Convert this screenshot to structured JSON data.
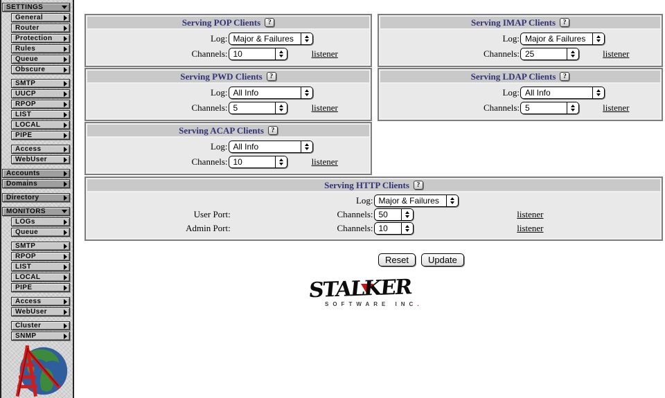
{
  "colors": {
    "accent_navy": "#333377",
    "panel_header_bg": "#c9c9c9",
    "panel_body_bg": "#e9e9e9",
    "logo_red": "#cc1111"
  },
  "sidebar": {
    "items": [
      {
        "label": "SETTINGS",
        "arrow": "down"
      },
      {
        "label": "General",
        "arrow": "right"
      },
      {
        "label": "Router",
        "arrow": "right"
      },
      {
        "label": "Protection",
        "arrow": "right"
      },
      {
        "label": "Rules",
        "arrow": "right"
      },
      {
        "label": "Queue",
        "arrow": "right"
      },
      {
        "label": "Obscure",
        "arrow": "right"
      },
      {
        "label": "SMTP",
        "arrow": "right"
      },
      {
        "label": "UUCP",
        "arrow": "right"
      },
      {
        "label": "RPOP",
        "arrow": "right"
      },
      {
        "label": "LIST",
        "arrow": "right"
      },
      {
        "label": "LOCAL",
        "arrow": "right"
      },
      {
        "label": "PIPE",
        "arrow": "right"
      },
      {
        "label": "Access",
        "arrow": "right"
      },
      {
        "label": "WebUser",
        "arrow": "right"
      },
      {
        "label": "Accounts",
        "arrow": "right"
      },
      {
        "label": "Domains",
        "arrow": "right"
      },
      {
        "label": "Directory",
        "arrow": "right"
      },
      {
        "label": "MONITORS",
        "arrow": "down"
      },
      {
        "label": "LOGs",
        "arrow": "right"
      },
      {
        "label": "Queue",
        "arrow": "right"
      },
      {
        "label": "SMTP",
        "arrow": "right"
      },
      {
        "label": "RPOP",
        "arrow": "right"
      },
      {
        "label": "LIST",
        "arrow": "right"
      },
      {
        "label": "LOCAL",
        "arrow": "right"
      },
      {
        "label": "PIPE",
        "arrow": "right"
      },
      {
        "label": "Access",
        "arrow": "right"
      },
      {
        "label": "WebUser",
        "arrow": "right"
      },
      {
        "label": "Cluster",
        "arrow": "right"
      },
      {
        "label": "SNMP",
        "arrow": "right"
      }
    ]
  },
  "panels": {
    "pop": {
      "title": "Serving POP Clients",
      "help": "?",
      "log_label": "Log:",
      "log_value": "Major & Failures",
      "channels_label": "Channels:",
      "channels_value": "10",
      "listener_label": "listener"
    },
    "imap": {
      "title": "Serving IMAP Clients",
      "help": "?",
      "log_label": "Log:",
      "log_value": "Major & Failures",
      "channels_label": "Channels:",
      "channels_value": "25",
      "listener_label": "listener"
    },
    "pwd": {
      "title": "Serving PWD Clients",
      "help": "?",
      "log_label": "Log:",
      "log_value": "All Info",
      "channels_label": "Channels:",
      "channels_value": "5",
      "listener_label": "listener"
    },
    "ldap": {
      "title": "Serving LDAP Clients",
      "help": "?",
      "log_label": "Log:",
      "log_value": "All Info",
      "channels_label": "Channels:",
      "channels_value": "5",
      "listener_label": "listener"
    },
    "acap": {
      "title": "Serving ACAP Clients",
      "help": "?",
      "log_label": "Log:",
      "log_value": "All Info",
      "channels_label": "Channels:",
      "channels_value": "10",
      "listener_label": "listener"
    },
    "http": {
      "title": "Serving HTTP Clients",
      "help": "?",
      "log_label": "Log:",
      "log_value": "Major & Failures",
      "user_port_label": "User Port:",
      "user_channels_label": "Channels:",
      "user_channels_value": "50",
      "user_listener_label": "listener",
      "admin_port_label": "Admin Port:",
      "admin_channels_label": "Channels:",
      "admin_channels_value": "10",
      "admin_listener_label": "listener"
    }
  },
  "actions": {
    "reset_label": "Reset",
    "update_label": "Update"
  },
  "brand": {
    "name": "STALKER",
    "subtitle_word": "SOFTWARE INC",
    "subtitle_dot": "."
  }
}
